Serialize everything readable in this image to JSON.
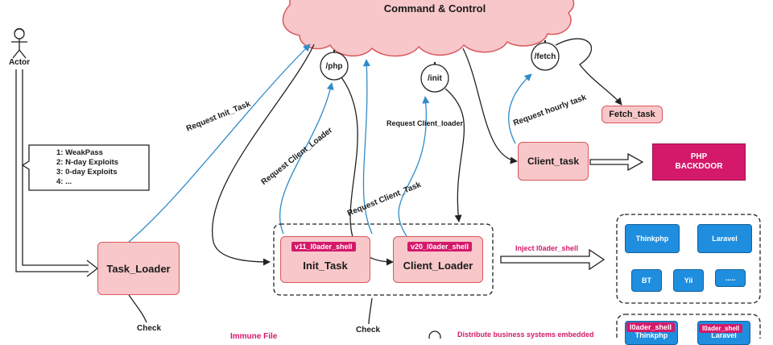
{
  "cloud": {
    "title": "Command & Control"
  },
  "endpoints": {
    "php": "/php",
    "init": "/init",
    "fetch": "/fetch"
  },
  "actor": {
    "label": "Actor"
  },
  "note": {
    "items": [
      "1: WeakPass",
      "2: N-day Exploits",
      "3: 0-day Exploits",
      "4: ..."
    ]
  },
  "nodes": {
    "task_loader": "Task_Loader",
    "init_task": "Init_Task",
    "client_loader": "Client_Loader",
    "client_task": "Client_task",
    "fetch_task": "Fetch_task",
    "php_backdoor": "PHP\nBACKDOOR"
  },
  "tags": {
    "v11": "v11_l0ader_shell",
    "v20": "v20_l0ader_shell",
    "l0ader_a": "l0ader_shell",
    "l0ader_b": "l0ader_shell"
  },
  "edges": {
    "request_init_task": "Request Init_Task",
    "request_client_loader_1": "Request Client_Loader",
    "request_client_loader_2": "Request Client_loader",
    "request_client_task": "Request Client_Task",
    "request_hourly_task": "Request hourly task",
    "inject": "Inject l0ader_shell",
    "check_1": "Check",
    "check_2": "Check"
  },
  "frameworks": {
    "items": [
      "Thinkphp",
      "Laravel",
      "BT",
      "Yii",
      "....."
    ]
  },
  "bottom": {
    "immune": "Immune File",
    "distribute": "Distribute business systems embedded",
    "thinkphp": "Thinkphp",
    "laravel": "Laravel"
  },
  "colors": {
    "pink_fill": "#f8c7c9",
    "pink_stroke": "#d9585e",
    "magenta": "#d4196a",
    "blue": "#1f8ede",
    "arrow_blue": "#2e8bc9"
  }
}
